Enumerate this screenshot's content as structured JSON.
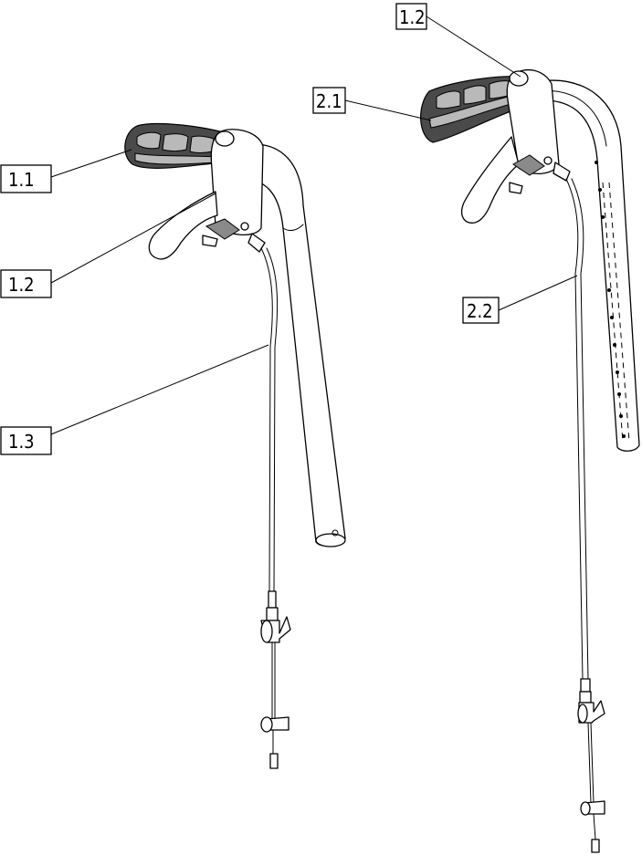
{
  "callouts": {
    "c_1_1": "1.1",
    "c_1_2_left": "1.2",
    "c_1_3": "1.3",
    "c_1_2_right": "1.2",
    "c_2_1": "2.1",
    "c_2_2": "2.2"
  },
  "colors": {
    "line": "#000000",
    "grip": "#4a4a4a",
    "background": "#ffffff"
  }
}
